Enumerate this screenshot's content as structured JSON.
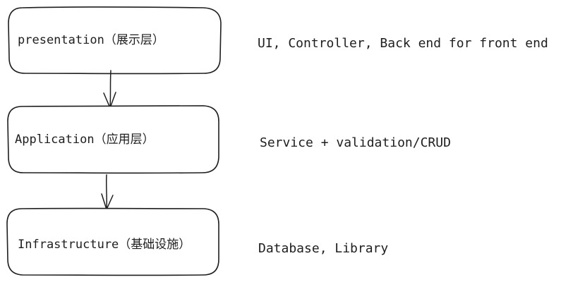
{
  "layers": [
    {
      "label": "presentation（展示层）",
      "note": "UI, Controller, Back end for front end"
    },
    {
      "label": "Application（应用层）",
      "note": "Service + validation/CRUD"
    },
    {
      "label": "Infrastructure（基础设施）",
      "note": "Database, Library"
    }
  ],
  "colors": {
    "stroke": "#1e1e1e",
    "background": "#ffffff"
  }
}
